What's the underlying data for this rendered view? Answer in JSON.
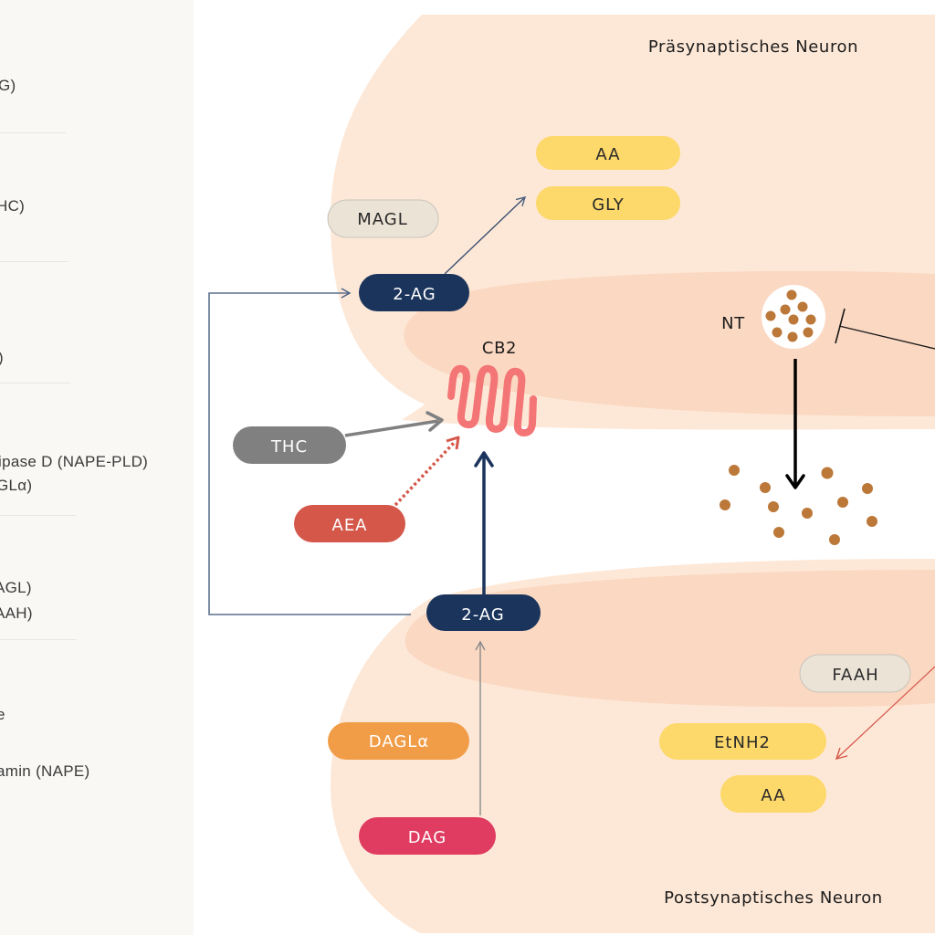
{
  "sidebar": {
    "items": [
      {
        "lines": [
          "G)"
        ]
      },
      {
        "lines": [
          "HC)"
        ]
      },
      {
        "lines": [
          ")"
        ]
      },
      {
        "lines": [
          "ipase D (NAPE-PLD)",
          "GLα)"
        ]
      },
      {
        "lines": [
          "AGL)",
          "AAH)"
        ]
      },
      {
        "lines": [
          "e",
          "amin (NAPE)"
        ]
      }
    ]
  },
  "diagram": {
    "presynaptic_label": "Präsynaptisches Neuron",
    "postsynaptic_label": "Postsynaptisches Neuron",
    "receptor_label": "CB2",
    "nt_label": "NT",
    "pills": {
      "aa_top": "AA",
      "gly": "GLY",
      "magl": "MAGL",
      "two_ag_top": "2-AG",
      "thc": "THC",
      "aea": "AEA",
      "two_ag_bottom": "2-AG",
      "dagla": "DAGLα",
      "dag": "DAG",
      "faah": "FAAH",
      "etnh2": "EtNH2",
      "aa_bottom": "AA"
    }
  },
  "colors": {
    "neuron_fill": "#fde8d7",
    "membrane_fill": "#fbd8c2",
    "navy": "#1b345c",
    "yellow": "#fdd86a",
    "enzyme": "#ebe3d6",
    "thc_gray": "#808080",
    "aea_red": "#d4574a",
    "dagla_orange": "#f19d48",
    "dag_pink": "#e03b61",
    "receptor": "#f37576",
    "nt_brown": "#bc7839"
  }
}
